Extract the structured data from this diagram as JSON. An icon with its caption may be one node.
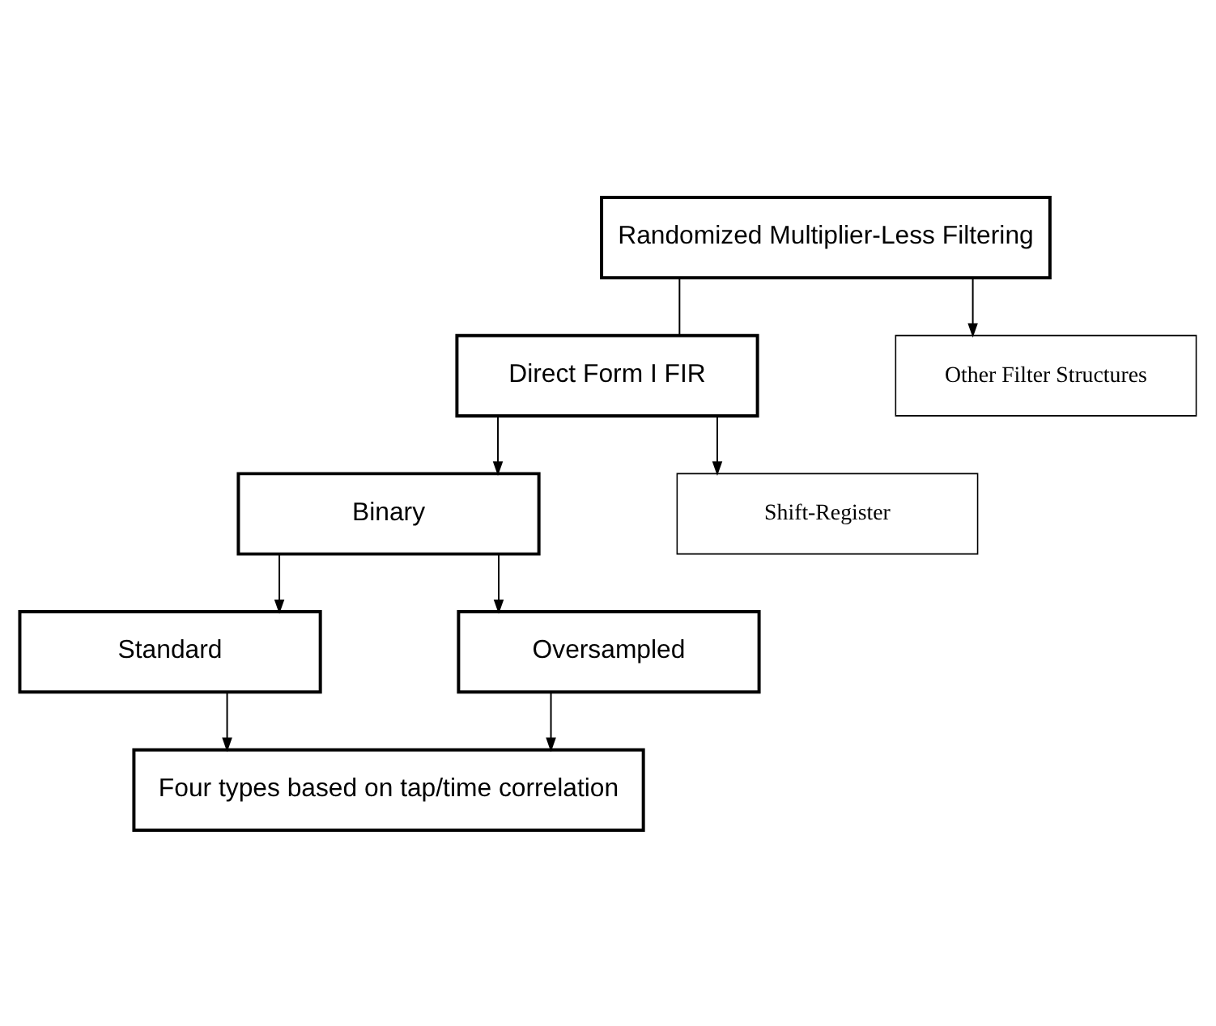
{
  "diagram": {
    "nodes": [
      {
        "text": [
          "Randomized Multiplier-Less Filtering"
        ]
      },
      {
        "text": [
          "Direct Form I FIR"
        ]
      },
      {
        "text": [
          "Other Filter Structures"
        ]
      },
      {
        "text": [
          "Binary"
        ]
      },
      {
        "text": [
          "Shift-Register"
        ]
      },
      {
        "text": [
          "Standard"
        ]
      },
      {
        "text": [
          "Oversampled"
        ]
      },
      {
        "text": [
          "Four types based on tap/time correlation"
        ]
      }
    ],
    "edges": [
      {
        "from": 0,
        "to": 1,
        "arrow": "none"
      },
      {
        "from": 0,
        "to": 2,
        "arrow": "to"
      },
      {
        "from": 1,
        "to": 3,
        "arrow": "to"
      },
      {
        "from": 1,
        "to": 4,
        "arrow": "to"
      },
      {
        "from": 3,
        "to": 5,
        "arrow": "to"
      },
      {
        "from": 3,
        "to": 6,
        "arrow": "to"
      },
      {
        "from": 5,
        "to": 7,
        "arrow": "to"
      },
      {
        "from": 6,
        "to": 7,
        "arrow": "to"
      }
    ]
  }
}
